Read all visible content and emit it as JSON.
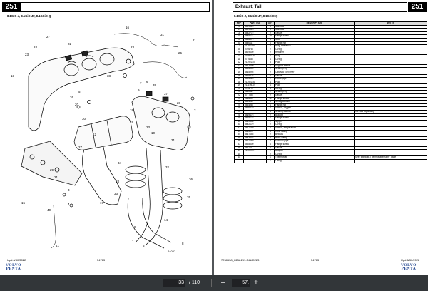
{
  "left_page": {
    "number": "251",
    "models": "8.1GiC-J, 8.1GiC-JF, 8.1GXiC-Q",
    "diagram_id": "24037",
    "updated": "Upd:6/30/2022",
    "doc_code": "54763",
    "logo_line1": "VOLVO",
    "logo_line2": "PENTA",
    "callouts": [
      "23",
      "24",
      "22",
      "16",
      "31",
      "11",
      "25",
      "23",
      "27",
      "26",
      "38",
      "20",
      "6",
      "7",
      "9",
      "39",
      "19",
      "28",
      "2",
      "19",
      "23",
      "5",
      "10",
      "30",
      "31",
      "37",
      "12",
      "13",
      "29",
      "21",
      "34",
      "36",
      "32",
      "33",
      "35",
      "27",
      "33",
      "3",
      "4",
      "15",
      "18",
      "14",
      "40",
      "1",
      "8",
      "41",
      "17",
      "6"
    ]
  },
  "right_page": {
    "number": "251",
    "title": "Exhaust, Tail",
    "models": "8.1GiC-J, 8.1GiC-JF, 8.1GXiC-Q",
    "doc_ref": "7748538_GBA-251-54169228",
    "doc_code": "54763",
    "updated": "Upd:6/30/2022",
    "logo_line1": "VOLVO",
    "logo_line2": "PENTA",
    "columns": [
      "REF",
      "PART NO.",
      "QTY",
      "DESCRIPTION",
      "NOTES"
    ],
    "rows": [
      [
        "1",
        "3849515",
        "1",
        "Manifold",
        ""
      ],
      [
        "2",
        "3849513",
        "1",
        "Manifold",
        ""
      ],
      [
        "3",
        "3862772",
        "2",
        "Gasket",
        ""
      ],
      [
        "4",
        "3865771",
        "18",
        "Flange screw",
        ""
      ],
      [
        "5",
        "9828579",
        "8",
        "Stud",
        ""
      ],
      [
        "6",
        "986011",
        "6",
        "Flange nut",
        ""
      ],
      [
        "7",
        "21192286",
        "2",
        "Plug, reference",
        ""
      ],
      [
        "8",
        "976678",
        "2",
        "O-ring",
        ""
      ],
      [
        "9",
        "3849600",
        "2",
        "Retainer",
        ""
      ],
      [
        "10",
        "21092180",
        "4",
        "Plug",
        ""
      ],
      [
        "11",
        "977668",
        "4",
        "O-ring",
        ""
      ],
      [
        "12",
        "21192230",
        "6",
        "Plug",
        ""
      ],
      [
        "13",
        "3883890",
        "4",
        "Support sleeve",
        ""
      ],
      [
        "14",
        "3856105",
        "2",
        "Sealing ring",
        ""
      ],
      [
        "15",
        "3885995",
        "2",
        "Catalytic converter",
        ""
      ],
      [
        "16",
        "3859328",
        "2",
        "Gasket",
        ""
      ],
      [
        "17",
        "3846528",
        "2",
        "Elbow pipe",
        ""
      ],
      [
        "18",
        "21192236",
        "4",
        "Plug",
        ""
      ],
      [
        "19",
        "21119570",
        "4",
        "Plug",
        ""
      ],
      [
        "20",
        "976679",
        "4",
        "O-ring",
        ""
      ],
      [
        "21",
        "968032",
        "2",
        "Sealing ring",
        ""
      ],
      [
        "22",
        "877755",
        "2",
        "Gasket",
        ""
      ],
      [
        "23",
        "968660",
        "12",
        "Flange screw",
        ""
      ],
      [
        "24",
        "3854911",
        "8",
        "Spring washer",
        ""
      ],
      [
        "25",
        "985498",
        "4",
        "Flange nut",
        ""
      ],
      [
        "26",
        "3856579",
        "2",
        "Sensor, oxygen",
        ""
      ],
      [
        "27",
        "",
        "4",
        "Sealing washer",
        "not sold separately"
      ],
      [
        "28",
        "3889475",
        "2",
        "Bracket",
        ""
      ],
      [
        "29",
        "3855175",
        "4",
        "Flange screw",
        ""
      ],
      [
        "30",
        "3889458",
        "2",
        "Nipple",
        ""
      ],
      [
        "31",
        "3862170",
        "2",
        "O-ring",
        ""
      ],
      [
        "32",
        "3857759",
        "2",
        "Sensor, temperature",
        ""
      ],
      [
        "33",
        "3883897",
        "4",
        "Hose clamp",
        ""
      ],
      [
        "34",
        "3887655",
        "2",
        "Bellows",
        ""
      ],
      [
        "35",
        "3863542",
        "2",
        "Hose clamp",
        ""
      ],
      [
        "36",
        "3851669",
        "2",
        "Exhaust pipe",
        ""
      ],
      [
        "37",
        "3858500",
        "6",
        "Flange screw",
        ""
      ],
      [
        "38",
        "3851017",
        "2",
        "Gasket",
        ""
      ],
      [
        "39",
        "21105767",
        "2",
        "Adapter",
        ""
      ],
      [
        "40",
        "",
        "2",
        "O-ring",
        ""
      ],
      [
        "41",
        "",
        "1",
        "Thermostat",
        "See \"Exhaust, Thermostat system\" page"
      ],
      [
        "",
        "",
        "2",
        "Fitting",
        ""
      ]
    ]
  },
  "toolbar": {
    "current_page": "33",
    "total_pages": "/ 110",
    "zoom": "57."
  }
}
